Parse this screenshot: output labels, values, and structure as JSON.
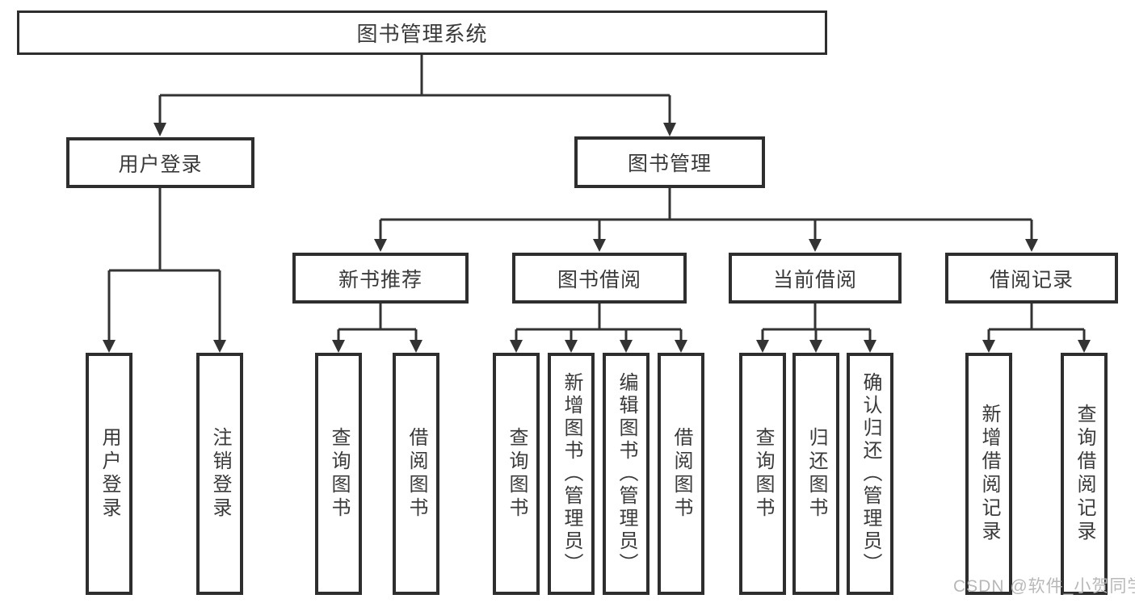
{
  "diagram": {
    "root": {
      "label": "图书管理系统"
    },
    "level2": {
      "user_login": {
        "label": "用户登录"
      },
      "book_management": {
        "label": "图书管理"
      }
    },
    "level3": {
      "new_books": {
        "label": "新书推荐"
      },
      "book_borrowing": {
        "label": "图书借阅"
      },
      "current_borrowing": {
        "label": "当前借阅"
      },
      "borrowing_records": {
        "label": "借阅记录"
      }
    },
    "leaves": {
      "ul_user_login": {
        "label": "用户登录"
      },
      "ul_logout": {
        "label": "注销登录"
      },
      "nb_query_books": {
        "label": "查询图书"
      },
      "nb_borrow_books": {
        "label": "借阅图书"
      },
      "bb_query_books": {
        "label": "查询图书"
      },
      "bb_add_books": {
        "label": "新增图书（管理员）"
      },
      "bb_edit_books": {
        "label": "编辑图书（管理员）"
      },
      "bb_borrow_books": {
        "label": "借阅图书"
      },
      "cb_query_books": {
        "label": "查询图书"
      },
      "cb_return_books": {
        "label": "归还图书"
      },
      "cb_confirm_return": {
        "label": "确认归还（管理员）"
      },
      "br_add_record": {
        "label": "新增借阅记录"
      },
      "br_query_record": {
        "label": "查询借阅记录"
      }
    }
  },
  "watermark": {
    "text": "CSDN @软件_小贺同学"
  },
  "colors": {
    "line": "#333333",
    "border": "#2e2e2e",
    "text": "#3a3a3a",
    "watermark": "#b8b8b8",
    "background": "#ffffff"
  }
}
